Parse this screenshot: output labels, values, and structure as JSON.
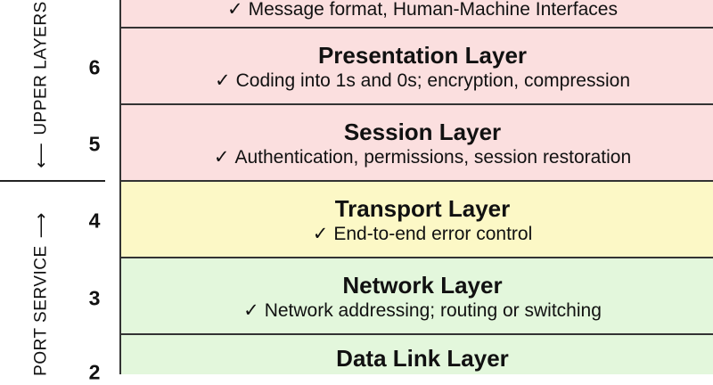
{
  "side_labels": {
    "upper": "UPPER LAYERS",
    "transport": "PORT SERVICE"
  },
  "layers": [
    {
      "number": "",
      "title": "",
      "check": "✓",
      "description": "Message format, Human-Machine Interfaces",
      "color": "#fbdfdf"
    },
    {
      "number": "6",
      "title": "Presentation Layer",
      "check": "✓",
      "description": "Coding into 1s and 0s; encryption, compression",
      "color": "#fbdfdf"
    },
    {
      "number": "5",
      "title": "Session Layer",
      "check": "✓",
      "description": "Authentication, permissions, session restoration",
      "color": "#fbdfdf"
    },
    {
      "number": "4",
      "title": "Transport Layer",
      "check": "✓",
      "description": "End-to-end error control",
      "color": "#fcf8c6"
    },
    {
      "number": "3",
      "title": "Network Layer",
      "check": "✓",
      "description": "Network addressing; routing or switching",
      "color": "#e3f7dc"
    },
    {
      "number": "2",
      "title": "Data Link Layer",
      "check": "",
      "description": "",
      "color": "#e3f7dc"
    }
  ]
}
